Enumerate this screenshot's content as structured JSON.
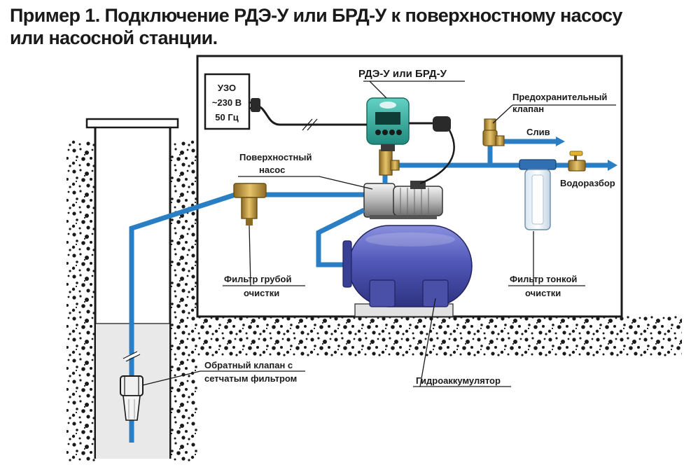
{
  "title": {
    "line1": "Пример 1. Подключение РДЭ-У или БРД-У к поверхностному насосу",
    "line2": "или насосной станции."
  },
  "labels": {
    "uzo": "УЗО",
    "voltage": "~230 В",
    "frequency": "50 Гц",
    "controller": "РДЭ-У или БРД-У",
    "relief_valve_1": "Предохранительный",
    "relief_valve_2": "клапан",
    "drain": "Слив",
    "water_tap": "Водоразбор",
    "surface_pump_1": "Поверхностный",
    "surface_pump_2": "насос",
    "coarse_filter_1": "Фильтр грубой",
    "coarse_filter_2": "очистки",
    "fine_filter_1": "Фильтр тонкой",
    "fine_filter_2": "очистки",
    "check_valve_1": "Обратный клапан с",
    "check_valve_2": "сетчатым фильтром",
    "accumulator": "Гидроаккумулятор"
  },
  "colors": {
    "pipe": "#2a7fc4",
    "water": "#e9e9e9",
    "tank": "#4a4fa8",
    "controller": "#3bb3a5",
    "brass": "#c9a24a"
  }
}
